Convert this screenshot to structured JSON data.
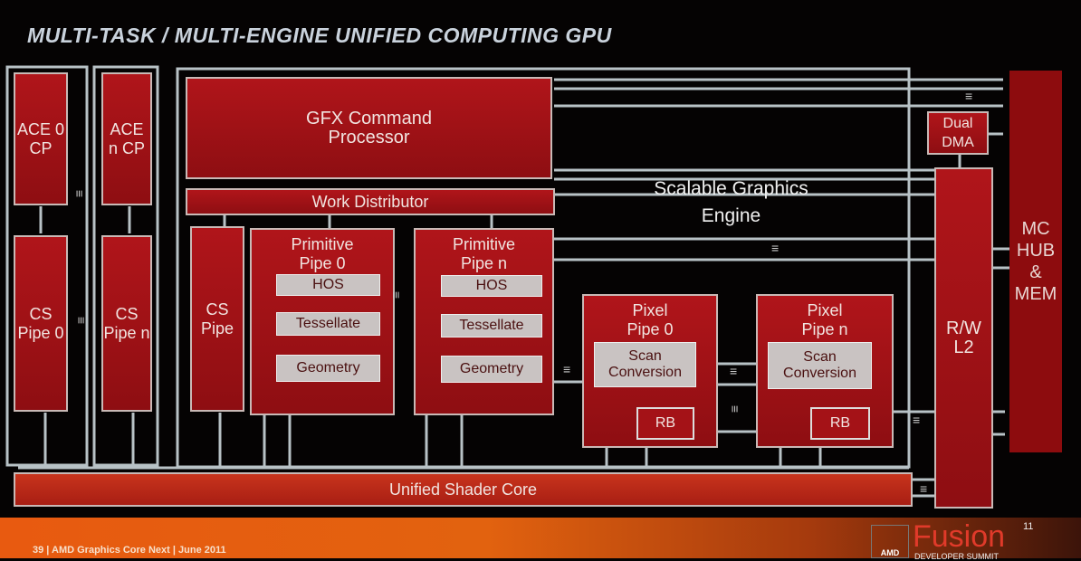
{
  "title": "MULTI-TASK / MULTI-ENGINE UNIFIED COMPUTING GPU",
  "blocks": {
    "ace0": "ACE 0 CP",
    "acen": "ACE n CP",
    "cs0": "CS Pipe 0",
    "csn": "CS Pipe n",
    "gfx": "GFX Command Processor",
    "work": "Work Distributor",
    "cs": "CS Pipe",
    "prim0": "Primitive Pipe 0",
    "primn": "Primitive Pipe n",
    "hos": "HOS",
    "tess": "Tessellate",
    "geom": "Geometry",
    "pix0": "Pixel Pipe 0",
    "pixn": "Pixel Pipe n",
    "scan": "Scan Conversion",
    "rb": "RB",
    "dma": "Dual DMA",
    "l2": "R/W L2",
    "mc": "MC HUB & MEM",
    "usc": "Unified Shader Core",
    "sge": "Scalable Graphics Engine"
  },
  "footer": {
    "text": "39 | AMD Graphics Core Next | June 2011",
    "brand": "Fusion",
    "sup": "11",
    "logo": "AMD",
    "sub": "DEVELOPER SUMMIT"
  }
}
